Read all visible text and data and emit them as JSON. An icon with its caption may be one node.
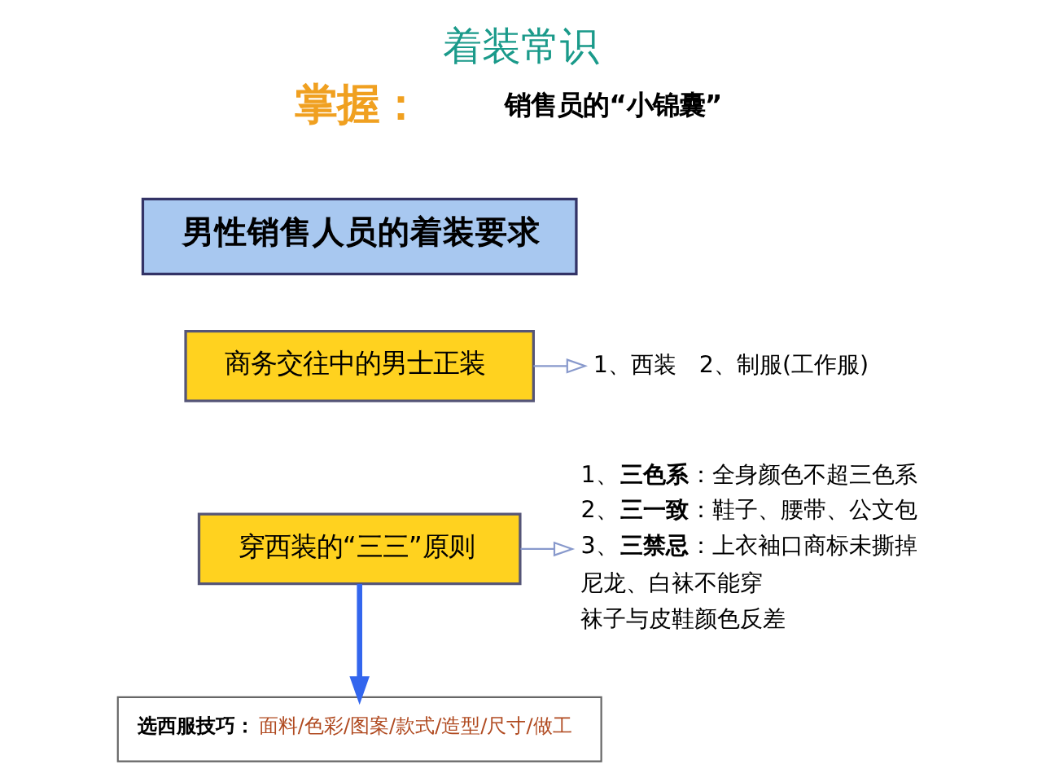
{
  "diagram": {
    "title": "着装常识",
    "nodes": [
      {
        "text": [
          "男性销售人员的着装要求"
        ]
      },
      {
        "text": [
          "商务交往中的男士正装"
        ]
      },
      {
        "text": [
          "穿西装的“三三”原则"
        ]
      },
      {
        "text": [
          "1、西装　2、制服(工作服)"
        ]
      },
      {
        "text": [
          "1、**三色系**：全身颜色不超三色系",
          "2、**三一致**：鞋子、腰带、公文包",
          "3、**三禁忌**：上衣袖口商标未撕掉",
          "尼龙、白袜不能穿",
          "袜子与皮鞋颜色反差"
        ]
      },
      {
        "text": [
          "选西服技巧：",
          "面料/色彩/图案/款式/造型/尺寸/做工"
        ]
      }
    ],
    "edges": [
      {
        "from": 1,
        "to": 3,
        "arrow": "to"
      },
      {
        "from": 2,
        "to": 4,
        "arrow": "to"
      },
      {
        "from": 2,
        "to": 5,
        "arrow": "to",
        "style": "thick",
        "color": "#3366ee"
      }
    ],
    "labels": [
      "掌握：",
      "销售员的“小锦囊”"
    ]
  }
}
